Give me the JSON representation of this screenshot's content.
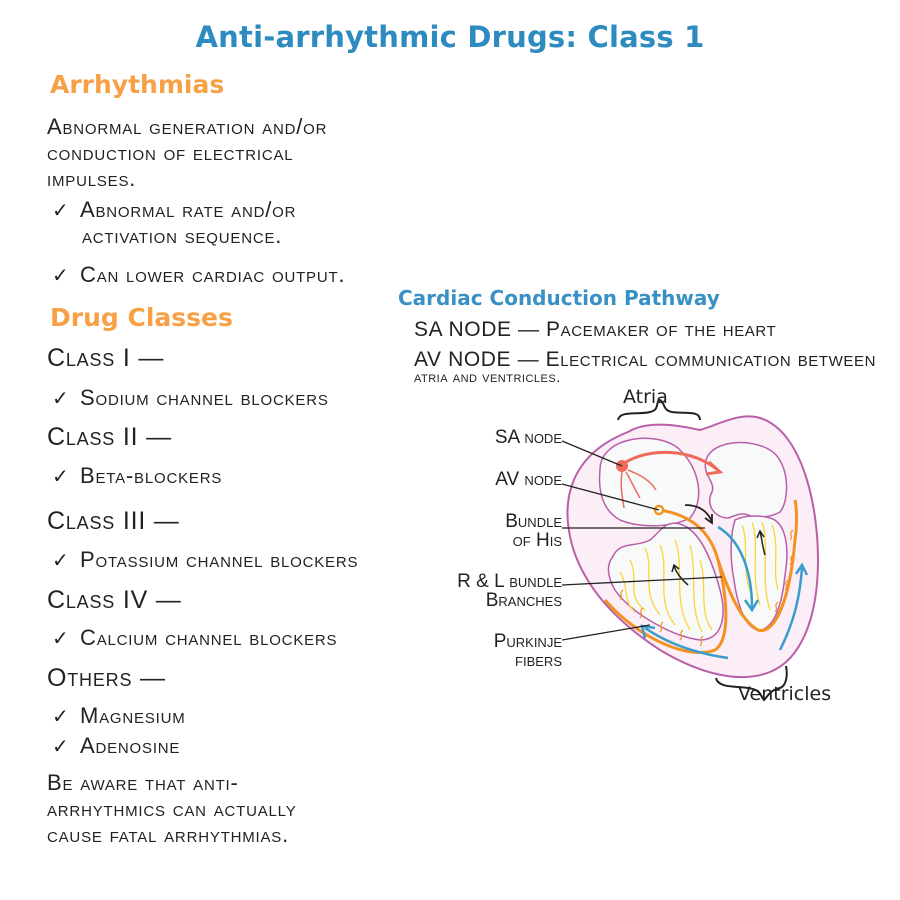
{
  "title": "Anti-arrhythmic Drugs: Class 1",
  "arrhythmias": {
    "heading": "Arrhythmias",
    "definition_lines": [
      "Abnormal generation and/or",
      "conduction of electrical",
      "impulses."
    ],
    "bullets": [
      {
        "lines": [
          "Abnormal rate and/or",
          "activation sequence."
        ]
      },
      {
        "lines": [
          "Can lower cardiac output."
        ]
      }
    ]
  },
  "drug_classes": {
    "heading": "Drug Classes",
    "classes": [
      {
        "name": "Class I —",
        "item": "Sodium channel blockers"
      },
      {
        "name": "Class II —",
        "item": "Beta-blockers"
      },
      {
        "name": "Class III —",
        "item": "Potassium channel blockers"
      },
      {
        "name": "Class IV —",
        "item": "Calcium channel blockers"
      }
    ],
    "others": {
      "name": "Others —",
      "items": [
        "Magnesium",
        "Adenosine"
      ]
    },
    "warning_lines": [
      "Be aware that anti-",
      "arrhythmics can actually",
      "cause fatal arrhythmias."
    ]
  },
  "check_icon": "✓",
  "conduction": {
    "heading": "Cardiac Conduction Pathway",
    "sa_def": "SA NODE — Pacemaker of the heart",
    "av_def": "AV NODE — Electrical communication between",
    "av_def_cont": "atria and ventricles.",
    "diagram": {
      "labels": {
        "atria": "Atria",
        "ventricles": "Ventricles",
        "sa_node": "SA node",
        "av_node": "AV node",
        "bundle_his_1": "Bundle",
        "bundle_his_2": "of His",
        "bundle_branches_1": "R & L bundle",
        "bundle_branches_2": "Branches",
        "purkinje_1": "Purkinje",
        "purkinje_2": "fibers"
      },
      "colors": {
        "heart_outline": "#b85fa8",
        "heart_fill": "#fbeef7",
        "chamber_fill": "#f8fafa",
        "sa_node": "#ef6a5a",
        "conduction": "#f39222",
        "myocardium_fibers": "#fbd43a",
        "flow_arrows": "#3a9ccc"
      }
    }
  }
}
